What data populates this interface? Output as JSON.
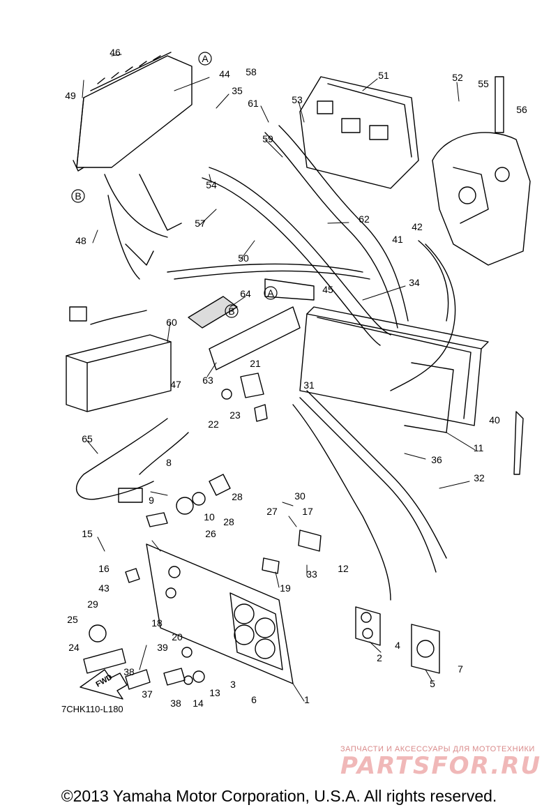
{
  "callouts": [
    {
      "n": "46"
    },
    {
      "n": "A"
    },
    {
      "n": "44"
    },
    {
      "n": "49"
    },
    {
      "n": "35"
    },
    {
      "n": "58"
    },
    {
      "n": "51"
    },
    {
      "n": "52"
    },
    {
      "n": "55"
    },
    {
      "n": "53"
    },
    {
      "n": "61"
    },
    {
      "n": "56"
    },
    {
      "n": "59"
    },
    {
      "n": "B"
    },
    {
      "n": "54"
    },
    {
      "n": "57"
    },
    {
      "n": "62"
    },
    {
      "n": "48"
    },
    {
      "n": "42"
    },
    {
      "n": "41"
    },
    {
      "n": "50"
    },
    {
      "n": "A"
    },
    {
      "n": "45"
    },
    {
      "n": "34"
    },
    {
      "n": "64"
    },
    {
      "n": "B"
    },
    {
      "n": "60"
    },
    {
      "n": "21"
    },
    {
      "n": "47"
    },
    {
      "n": "63"
    },
    {
      "n": "31"
    },
    {
      "n": "23"
    },
    {
      "n": "22"
    },
    {
      "n": "40"
    },
    {
      "n": "65"
    },
    {
      "n": "11"
    },
    {
      "n": "36"
    },
    {
      "n": "8"
    },
    {
      "n": "32"
    },
    {
      "n": "9"
    },
    {
      "n": "10"
    },
    {
      "n": "28"
    },
    {
      "n": "30"
    },
    {
      "n": "27"
    },
    {
      "n": "17"
    },
    {
      "n": "15"
    },
    {
      "n": "28"
    },
    {
      "n": "26"
    },
    {
      "n": "16"
    },
    {
      "n": "12"
    },
    {
      "n": "19"
    },
    {
      "n": "33"
    },
    {
      "n": "43"
    },
    {
      "n": "29"
    },
    {
      "n": "25"
    },
    {
      "n": "18"
    },
    {
      "n": "20"
    },
    {
      "n": "24"
    },
    {
      "n": "39"
    },
    {
      "n": "4"
    },
    {
      "n": "2"
    },
    {
      "n": "7"
    },
    {
      "n": "38"
    },
    {
      "n": "3"
    },
    {
      "n": "5"
    },
    {
      "n": "37"
    },
    {
      "n": "13"
    },
    {
      "n": "1"
    },
    {
      "n": "38"
    },
    {
      "n": "14"
    },
    {
      "n": "6"
    }
  ],
  "fwd_label": "FWD",
  "reference_code": "7CHK110-L180",
  "watermark": {
    "tagline": "ЗАПЧАСТИ И АКСЕССУАРЫ ДЛЯ МОТОТЕХНИКИ",
    "brand": "PARTSFOR.RU"
  },
  "copyright": "©2013 Yamaha Motor Corporation, U.S.A. All rights reserved."
}
